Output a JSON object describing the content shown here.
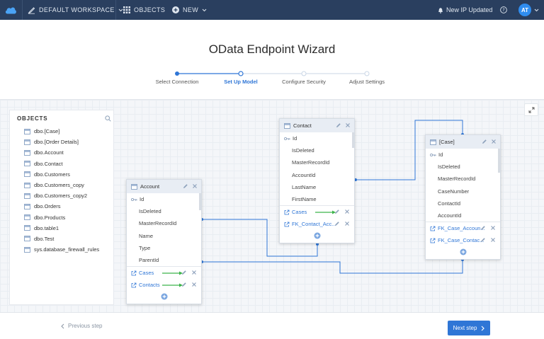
{
  "topbar": {
    "workspace": "DEFAULT WORKSPACE",
    "objects": "OBJECTS",
    "new": "NEW",
    "notification": "New IP Updated",
    "avatar_initials": "AT"
  },
  "wizard": {
    "title": "OData Endpoint Wizard",
    "steps": [
      "Select Connection",
      "Set Up Model",
      "Configure Security",
      "Adjust Settings"
    ],
    "active_step": 1
  },
  "objects_panel": {
    "heading": "OBJECTS",
    "items": [
      "dbo.[Case]",
      "dbo.[Order Details]",
      "dbo.Account",
      "dbo.Contact",
      "dbo.Customers",
      "dbo.Customers_copy",
      "dbo.Customers_copy2",
      "dbo.Orders",
      "dbo.Products",
      "dbo.table1",
      "dbo.Test",
      "sys.database_firewall_rules"
    ]
  },
  "entities": {
    "account": {
      "title": "Account",
      "key": "Id",
      "fields": [
        "IsDeleted",
        "MasterRecordId",
        "Name",
        "Type",
        "ParentId"
      ],
      "nav": [
        "Cases",
        "Contacts"
      ]
    },
    "contact": {
      "title": "Contact",
      "key": "Id",
      "fields": [
        "IsDeleted",
        "MasterRecordId",
        "AccountId",
        "LastName",
        "FirstName"
      ],
      "nav": [
        "Cases",
        "FK_Contact_Acc..."
      ]
    },
    "case": {
      "title": "[Case]",
      "key": "Id",
      "fields": [
        "IsDeleted",
        "MasterRecordId",
        "CaseNumber",
        "ContactId",
        "AccountId"
      ],
      "nav": [
        "FK_Case_Accoun...",
        "FK_Case_Contac..."
      ]
    }
  },
  "footer": {
    "previous": "Previous step",
    "next": "Next step"
  },
  "colors": {
    "topbar": "#2a3f5f",
    "accent": "#2f76d6",
    "link_line": "#2f76d6",
    "arrow": "#3cb34a"
  }
}
